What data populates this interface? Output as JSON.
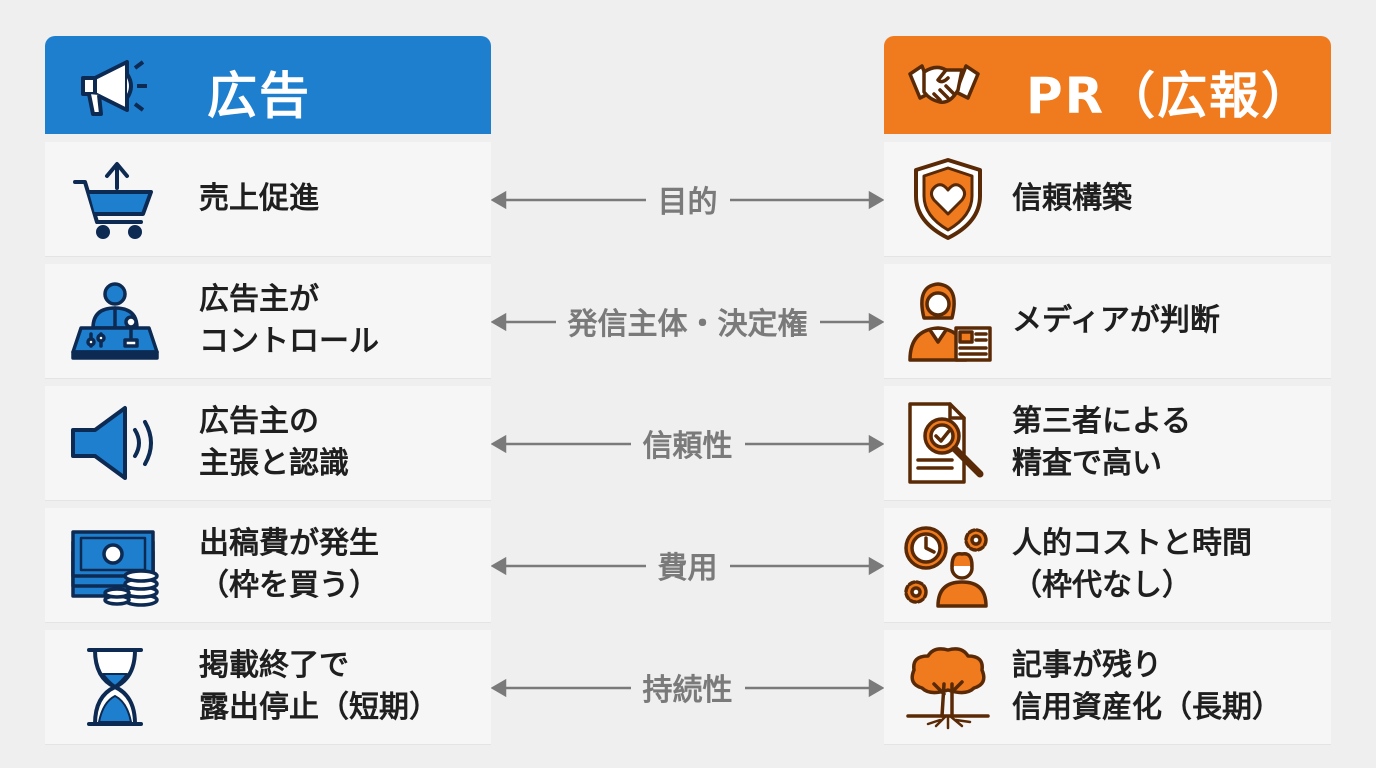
{
  "left_header": {
    "title": "広告",
    "icon": "megaphone-icon",
    "color": "#1f7fcf"
  },
  "right_header": {
    "title": "PR（広報）",
    "icon": "handshake-icon",
    "color": "#ef7b1e"
  },
  "rows": [
    {
      "category": "目的",
      "left": {
        "lines": [
          "売上促進"
        ],
        "icon": "shopping-cart-icon"
      },
      "right": {
        "lines": [
          "信頼構築"
        ],
        "icon": "shield-heart-icon"
      }
    },
    {
      "category": "発信主体・決定権",
      "left": {
        "lines": [
          "広告主が",
          "コントロール"
        ],
        "icon": "controller-person-icon"
      },
      "right": {
        "lines": [
          "メディアが判断"
        ],
        "icon": "reporter-icon"
      }
    },
    {
      "category": "信頼性",
      "left": {
        "lines": [
          "広告主の",
          "主張と認識"
        ],
        "icon": "speaker-icon"
      },
      "right": {
        "lines": [
          "第三者による",
          "精査で高い"
        ],
        "icon": "document-magnifier-icon"
      }
    },
    {
      "category": "費用",
      "left": {
        "lines": [
          "出稿費が発生",
          "（枠を買う）"
        ],
        "icon": "money-coins-icon"
      },
      "right": {
        "lines": [
          "人的コストと時間",
          "（枠代なし）"
        ],
        "icon": "clock-gears-person-icon"
      }
    },
    {
      "category": "持続性",
      "left": {
        "lines": [
          "掲載終了で",
          "露出停止（短期）"
        ],
        "icon": "hourglass-icon"
      },
      "right": {
        "lines": [
          "記事が残り",
          "信用資産化（長期）"
        ],
        "icon": "tree-icon"
      }
    }
  ]
}
